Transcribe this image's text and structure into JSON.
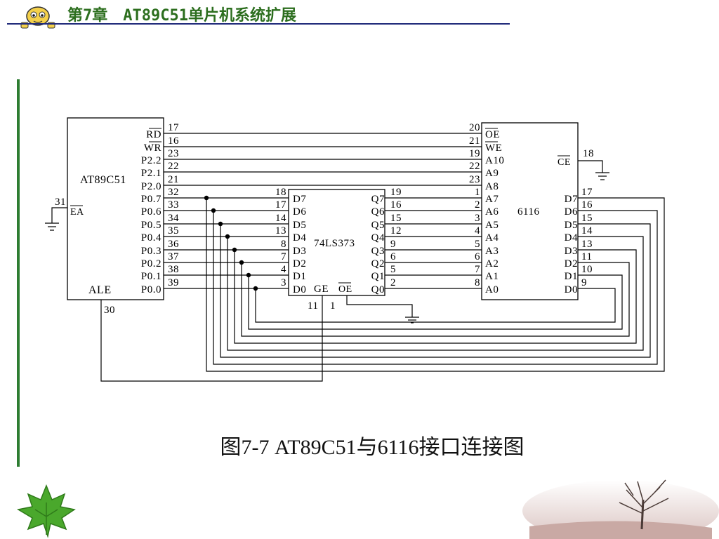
{
  "header": {
    "title": "第7章　AT89C51单片机系统扩展"
  },
  "caption": "图7-7  AT89C51与6116接口连接图",
  "colors": {
    "title": "#2c6e1e",
    "header_line": "#1f2a7a",
    "left_bar": "#2e7d32",
    "wire": "#000000"
  },
  "chips": {
    "mcu": {
      "name": "AT89C51",
      "pins": [
        {
          "num": "17",
          "label": "RD",
          "overline": true
        },
        {
          "num": "16",
          "label": "WR",
          "overline": true
        },
        {
          "num": "23",
          "label": "P2.2"
        },
        {
          "num": "22",
          "label": "P2.1"
        },
        {
          "num": "21",
          "label": "P2.0"
        },
        {
          "num": "32",
          "label": "P0.7"
        },
        {
          "num": "33",
          "label": "P0.6"
        },
        {
          "num": "34",
          "label": "P0.5"
        },
        {
          "num": "35",
          "label": "P0.4"
        },
        {
          "num": "36",
          "label": "P0.3"
        },
        {
          "num": "37",
          "label": "P0.2"
        },
        {
          "num": "38",
          "label": "P0.1"
        },
        {
          "num": "39",
          "label": "P0.0"
        }
      ],
      "ea": {
        "num": "31",
        "label": "EA"
      },
      "ale": {
        "num": "30",
        "label": "ALE"
      }
    },
    "latch": {
      "name": "74LS373",
      "inputs": [
        {
          "num": "18",
          "label": "D7"
        },
        {
          "num": "17",
          "label": "D6"
        },
        {
          "num": "14",
          "label": "D5"
        },
        {
          "num": "13",
          "label": "D4"
        },
        {
          "num": "8",
          "label": "D3"
        },
        {
          "num": "7",
          "label": "D2"
        },
        {
          "num": "4",
          "label": "D1"
        },
        {
          "num": "3",
          "label": "D0"
        }
      ],
      "outputs": [
        {
          "num": "19",
          "label": "Q7"
        },
        {
          "num": "16",
          "label": "Q6"
        },
        {
          "num": "15",
          "label": "Q5"
        },
        {
          "num": "12",
          "label": "Q4"
        },
        {
          "num": "9",
          "label": "Q3"
        },
        {
          "num": "6",
          "label": "Q2"
        },
        {
          "num": "5",
          "label": "Q1"
        },
        {
          "num": "2",
          "label": "Q0"
        }
      ],
      "ge": {
        "num": "11",
        "label": "GE"
      },
      "oe": {
        "num": "1",
        "label": "OE"
      }
    },
    "ram": {
      "name": "6116",
      "left_pins": [
        {
          "num": "20",
          "label": "OE",
          "overline": true
        },
        {
          "num": "21",
          "label": "WE",
          "overline": true
        },
        {
          "num": "19",
          "label": "A10"
        },
        {
          "num": "22",
          "label": "A9"
        },
        {
          "num": "23",
          "label": "A8"
        },
        {
          "num": "1",
          "label": "A7"
        },
        {
          "num": "2",
          "label": "A6"
        },
        {
          "num": "3",
          "label": "A5"
        },
        {
          "num": "4",
          "label": "A4"
        },
        {
          "num": "5",
          "label": "A3"
        },
        {
          "num": "6",
          "label": "A2"
        },
        {
          "num": "7",
          "label": "A1"
        },
        {
          "num": "8",
          "label": "A0"
        }
      ],
      "ce": {
        "num": "18",
        "label": "CE"
      },
      "data_pins": [
        {
          "num": "17",
          "label": "D7"
        },
        {
          "num": "16",
          "label": "D6"
        },
        {
          "num": "15",
          "label": "D5"
        },
        {
          "num": "14",
          "label": "D4"
        },
        {
          "num": "13",
          "label": "D3"
        },
        {
          "num": "11",
          "label": "D2"
        },
        {
          "num": "10",
          "label": "D1"
        },
        {
          "num": "9",
          "label": "D0"
        }
      ]
    }
  }
}
